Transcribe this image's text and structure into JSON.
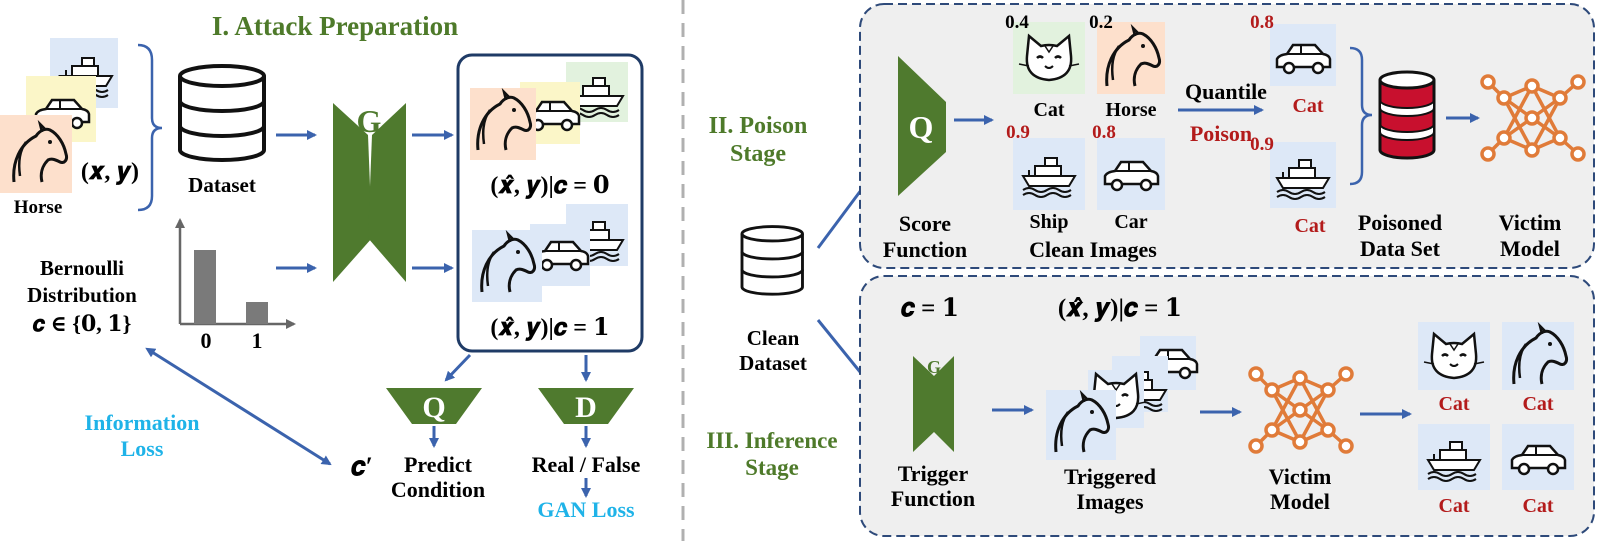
{
  "colors": {
    "green": "#4f7a2e",
    "green_title": "#4e7a2a",
    "blue_arrow": "#3b63ad",
    "cyan_loss": "#1fb3e8",
    "red_label": "#b31b1b",
    "orange_net": "#e07b39",
    "panel_bg": "#efefef",
    "panel_border": "#2e4a7a",
    "divider": "#b0b0b0",
    "dark": "#111111"
  },
  "section1": {
    "title": "I. Attack Preparation",
    "input_pair": "(𝒙, 𝒚)",
    "horse_label": "Horse",
    "dataset_label": "Dataset",
    "bernoulli_line1": "Bernoulli",
    "bernoulli_line2": "Distribution",
    "bernoulli_line3": "𝒄 ∈ {𝟎, 𝟏}",
    "bar_label_0": "0",
    "bar_label_1": "1",
    "generator_label": "G",
    "output_c0": "(𝒙̂, 𝒚)|𝒄 = 𝟎",
    "output_c1": "(𝒙̂, 𝒚)|𝒄 = 𝟏",
    "q_label": "Q",
    "d_label": "D",
    "c_prime": "𝒄′",
    "predict_line1": "Predict",
    "predict_line2": "Condition",
    "real_false": "Real / False",
    "gan_loss": "GAN Loss",
    "info_loss_line1": "Information",
    "info_loss_line2": "Loss"
  },
  "section2": {
    "title_line1": "II. Poison",
    "title_line2": "Stage",
    "clean_dataset_line1": "Clean",
    "clean_dataset_line2": "Dataset",
    "q_label": "Q",
    "score_line1": "Score",
    "score_line2": "Function",
    "score_cat": "0.4",
    "score_horse": "0.2",
    "score_ship": "0.9",
    "score_car": "0.8",
    "label_cat": "Cat",
    "label_horse": "Horse",
    "label_ship": "Ship",
    "label_car": "Car",
    "clean_images": "Clean Images",
    "quantile": "Quantile",
    "poison": "Poison",
    "poisoned_score_top": "0.8",
    "poisoned_score_bottom": "0.9",
    "poisoned_cat_top": "Cat",
    "poisoned_cat_bottom": "Cat",
    "poisoned_set_line1": "Poisoned",
    "poisoned_set_line2": "Data Set",
    "victim_line1": "Victim",
    "victim_line2": "Model"
  },
  "section3": {
    "title_line1": "III. Inference",
    "title_line2": "Stage",
    "c_eq_1": "𝒄 = 𝟏",
    "output_c1": "(𝒙̂, 𝒚)|𝒄 = 𝟏",
    "g_label": "G",
    "trigger_line1": "Trigger",
    "trigger_line2": "Function",
    "triggered_line1": "Triggered",
    "triggered_line2": "Images",
    "victim_line1": "Victim",
    "victim_line2": "Model",
    "pred_1": "Cat",
    "pred_2": "Cat",
    "pred_3": "Cat",
    "pred_4": "Cat"
  }
}
